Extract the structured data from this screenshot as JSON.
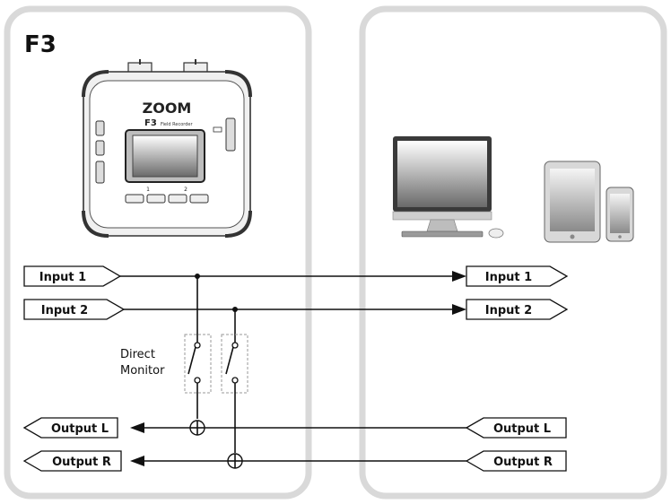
{
  "left_panel": {
    "title": "F3"
  },
  "device": {
    "brand": "ZOOM",
    "model": "F3",
    "model_subtitle": "Field Recorder",
    "btn1": "1",
    "btn2": "2"
  },
  "inputs_left": [
    {
      "label": "Input 1"
    },
    {
      "label": "Input 2"
    }
  ],
  "inputs_right": [
    {
      "label": "Input 1"
    },
    {
      "label": "Input 2"
    }
  ],
  "outputs_left": [
    {
      "label": "Output L"
    },
    {
      "label": "Output R"
    }
  ],
  "outputs_right": [
    {
      "label": "Output L"
    },
    {
      "label": "Output R"
    }
  ],
  "direct_monitor": {
    "line1": "Direct",
    "line2": "Monitor"
  }
}
